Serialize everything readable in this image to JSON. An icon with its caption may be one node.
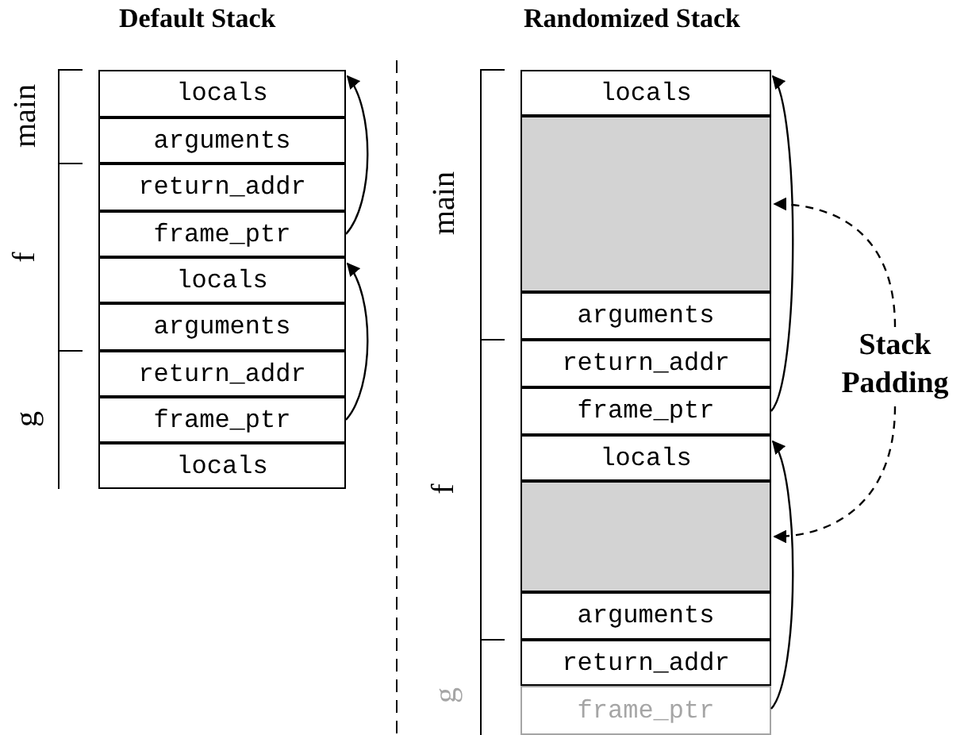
{
  "diagram": {
    "nodes": [
      {
        "text": [
          "locals"
        ]
      },
      {
        "text": [
          "arguments"
        ]
      },
      {
        "text": [
          "return_addr"
        ]
      },
      {
        "text": [
          "frame_ptr"
        ]
      },
      {
        "text": [
          "locals"
        ]
      },
      {
        "text": [
          "arguments"
        ]
      },
      {
        "text": [
          "return_addr"
        ]
      },
      {
        "text": [
          "frame_ptr"
        ]
      },
      {
        "text": [
          "locals"
        ]
      },
      {
        "text": [
          "locals"
        ]
      },
      {
        "text": [],
        "shape": "box"
      },
      {
        "text": [
          "arguments"
        ]
      },
      {
        "text": [
          "return_addr"
        ]
      },
      {
        "text": [
          "frame_ptr"
        ]
      },
      {
        "text": [
          "locals"
        ]
      },
      {
        "text": [],
        "shape": "box"
      },
      {
        "text": [
          "arguments"
        ]
      },
      {
        "text": [
          "return_addr"
        ]
      },
      {
        "text": [
          "frame_ptr"
        ]
      },
      {
        "text": [
          "Stack Padding"
        ]
      }
    ],
    "edges": [
      {
        "from": 3,
        "to": 0,
        "arrow": "to"
      },
      {
        "from": 7,
        "to": 4,
        "arrow": "to"
      },
      {
        "from": 13,
        "to": 9,
        "arrow": "to"
      },
      {
        "from": 18,
        "to": 14,
        "arrow": "to"
      },
      {
        "from": 19,
        "to": 10,
        "arrow": "to",
        "style": "dashed"
      },
      {
        "from": 19,
        "to": 15,
        "arrow": "to",
        "style": "dashed"
      }
    ],
    "labels": [
      "Default Stack",
      "Randomized Stack",
      "main",
      "f",
      "g",
      "main",
      "f",
      "g"
    ]
  }
}
